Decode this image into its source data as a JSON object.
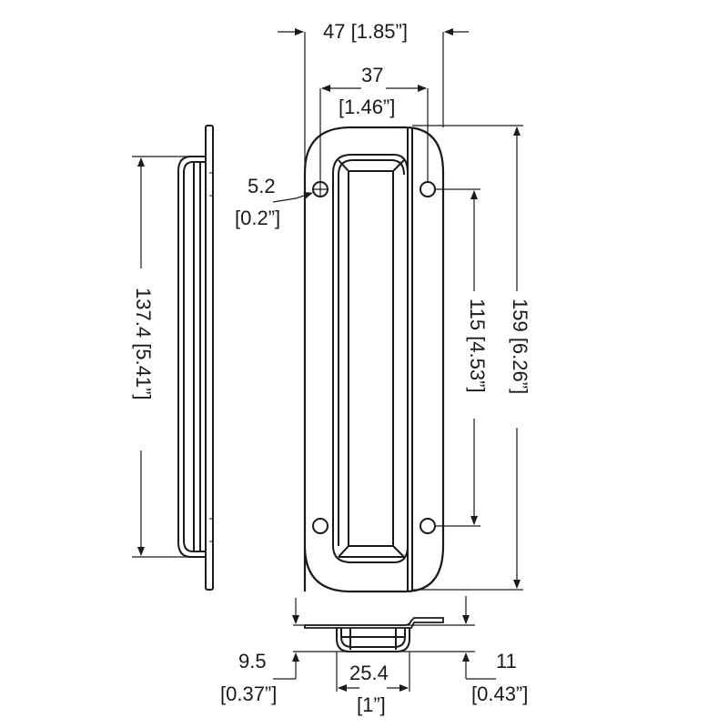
{
  "drawing": {
    "subject": "recessed flush pull handle",
    "stroke_color": "#1a1a1a",
    "background": "#ffffff"
  },
  "dimensions": {
    "overall_width": {
      "mm": "47",
      "inch": "[1.85”]",
      "text": "47 [1.85”]"
    },
    "inner_width": {
      "mm": "37",
      "inch": "[1.46”]"
    },
    "hole_diameter": {
      "mm": "5.2",
      "inch": "[0.2”]"
    },
    "hole_spacing": {
      "text": "115 [4.53”]"
    },
    "overall_height": {
      "text": "159 [6.26”]"
    },
    "recess_length": {
      "text": "137.4 [5.41”]"
    },
    "recess_depth": {
      "mm": "9.5",
      "inch": "[0.37”]"
    },
    "total_depth": {
      "mm": "11",
      "inch": "[0.43”]"
    },
    "recess_width": {
      "mm": "25.4",
      "inch": "[1”]"
    }
  }
}
